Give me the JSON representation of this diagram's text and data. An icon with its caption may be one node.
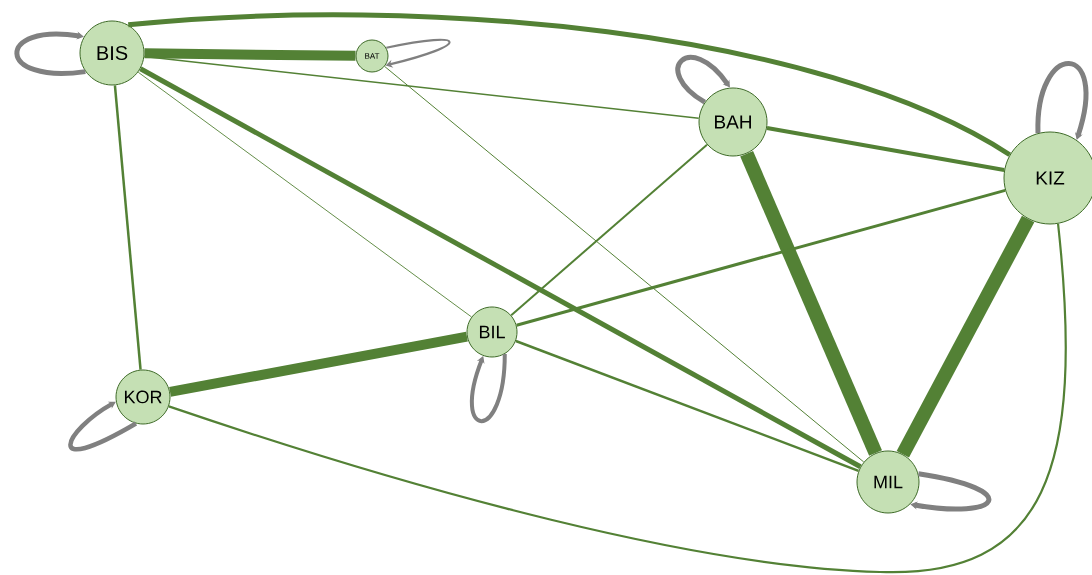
{
  "diagram": {
    "nodes": [
      {
        "text": [
          "BIS"
        ]
      },
      {
        "text": [
          "BAT"
        ]
      },
      {
        "text": [
          "BAH"
        ]
      },
      {
        "text": [
          "KIZ"
        ]
      },
      {
        "text": [
          "BIL"
        ]
      },
      {
        "text": [
          "KOR"
        ]
      },
      {
        "text": [
          "MIL"
        ]
      }
    ],
    "edges": [
      {
        "from": 0,
        "to": 0,
        "arrow": "to",
        "color": "#808080"
      },
      {
        "from": 0,
        "to": 1,
        "arrow": "none",
        "style": "thick"
      },
      {
        "from": 0,
        "to": 3,
        "arrow": "none"
      },
      {
        "from": 0,
        "to": 2,
        "arrow": "none"
      },
      {
        "from": 0,
        "to": 4,
        "arrow": "none"
      },
      {
        "from": 0,
        "to": 6,
        "arrow": "none"
      },
      {
        "from": 0,
        "to": 5,
        "arrow": "none"
      },
      {
        "from": 1,
        "to": 1,
        "arrow": "to",
        "color": "#808080"
      },
      {
        "from": 1,
        "to": 6,
        "arrow": "none"
      },
      {
        "from": 2,
        "to": 2,
        "arrow": "to",
        "color": "#808080"
      },
      {
        "from": 2,
        "to": 3,
        "arrow": "none"
      },
      {
        "from": 2,
        "to": 6,
        "arrow": "none",
        "style": "thick"
      },
      {
        "from": 2,
        "to": 4,
        "arrow": "none"
      },
      {
        "from": 3,
        "to": 3,
        "arrow": "to",
        "color": "#808080"
      },
      {
        "from": 3,
        "to": 4,
        "arrow": "none"
      },
      {
        "from": 3,
        "to": 6,
        "arrow": "none",
        "style": "thick"
      },
      {
        "from": 3,
        "to": 5,
        "arrow": "none"
      },
      {
        "from": 4,
        "to": 4,
        "arrow": "to",
        "color": "#808080"
      },
      {
        "from": 4,
        "to": 6,
        "arrow": "none"
      },
      {
        "from": 5,
        "to": 5,
        "arrow": "to",
        "color": "#808080"
      },
      {
        "from": 5,
        "to": 4,
        "arrow": "none",
        "style": "thick"
      },
      {
        "from": 6,
        "to": 6,
        "arrow": "to",
        "color": "#808080"
      }
    ]
  }
}
